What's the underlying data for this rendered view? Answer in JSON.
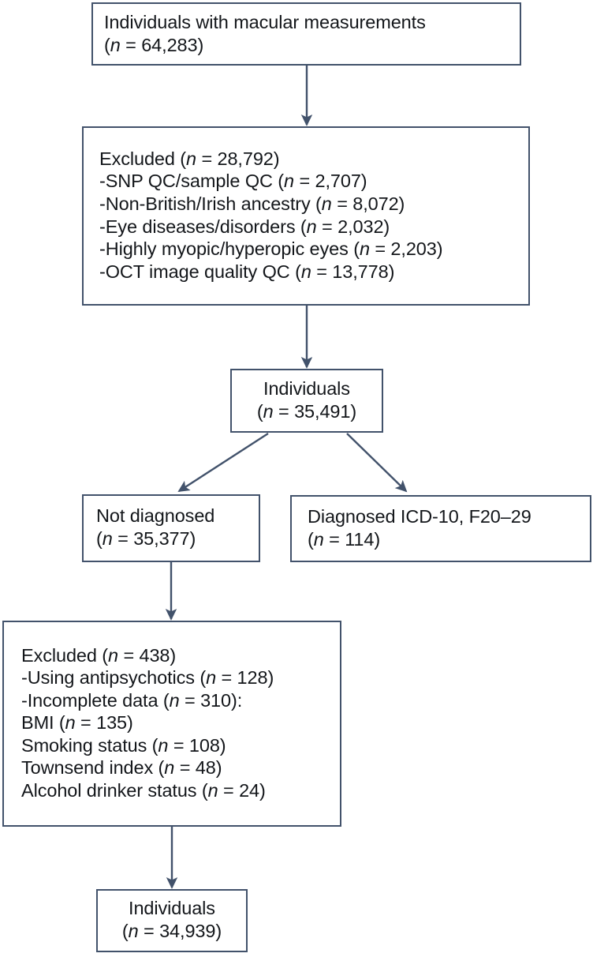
{
  "figure": {
    "type": "flowchart",
    "orientation": "top-to-bottom",
    "colors": {
      "box_border": "#42526b",
      "box_fill": "#ffffff",
      "arrow": "#42526b",
      "text": "#13161a"
    }
  },
  "nodes": {
    "macular": {
      "id": "individuals-with-macular-measurements",
      "label": "Individuals with macular measurements\n(n = 64,283)",
      "count": 64283
    },
    "excluded_1": {
      "id": "excluded-first-stage",
      "label": "Excluded (n = 28,792)\n-SNP QC/sample QC (n = 2,707)\n-Non-British/Irish ancestry (n = 8,072)\n-Eye diseases/disorders (n = 2,032)\n-Highly myopic/hyperopic eyes (n = 2,203)\n-OCT image quality QC (n = 13,778)",
      "count": 28792,
      "reasons": [
        {
          "label": "SNP QC/sample QC",
          "n": 2707
        },
        {
          "label": "Non-British/Irish ancestry",
          "n": 8072
        },
        {
          "label": "Eye diseases/disorders",
          "n": 2032
        },
        {
          "label": "Highly myopic/hyperopic eyes",
          "n": 2203
        },
        {
          "label": "OCT image quality QC",
          "n": 13778
        }
      ]
    },
    "individuals_1": {
      "id": "individuals-after-first-exclusion",
      "label": "Individuals\n(n = 35,491)",
      "count": 35491
    },
    "not_diagnosed": {
      "id": "not-diagnosed",
      "label": "Not diagnosed\n(n = 35,377)",
      "count": 35377
    },
    "diagnosed": {
      "id": "diagnosed-icd-10-f20-29",
      "label": "Diagnosed ICD-10, F20–29\n(n = 114)",
      "count": 114
    },
    "excluded_2": {
      "id": "excluded-second-stage",
      "label": "Excluded (n = 438)\n-Using antipsychotics (n = 128)\n-Incomplete data (n = 310):\nBMI (n = 135)\nSmoking status (n = 108)\nTownsend index (n = 48)\nAlcohol drinker status (n = 24)",
      "count": 438,
      "reasons": [
        {
          "label": "Using antipsychotics",
          "n": 128
        },
        {
          "label": "Incomplete data",
          "n": 310
        },
        {
          "label": "BMI",
          "n": 135
        },
        {
          "label": "Smoking status",
          "n": 108
        },
        {
          "label": "Townsend index",
          "n": 48
        },
        {
          "label": "Alcohol drinker status",
          "n": 24
        }
      ]
    },
    "individuals_2": {
      "id": "individuals-final",
      "label": "Individuals\n(n = 34,939)",
      "count": 34939
    }
  },
  "edges": [
    {
      "id": "edge-macular-to-excluded-1",
      "from": "macular",
      "to": "excluded_1",
      "style": "straight-down"
    },
    {
      "id": "edge-excluded-1-to-individuals-1",
      "from": "excluded_1",
      "to": "individuals_1",
      "style": "straight-down"
    },
    {
      "id": "edge-individuals-1-to-not-diagnosed",
      "from": "individuals_1",
      "to": "not_diagnosed",
      "style": "diagonal-left"
    },
    {
      "id": "edge-individuals-1-to-diagnosed",
      "from": "individuals_1",
      "to": "diagnosed",
      "style": "diagonal-right"
    },
    {
      "id": "edge-not-diagnosed-to-excluded-2",
      "from": "not_diagnosed",
      "to": "excluded_2",
      "style": "straight-down"
    },
    {
      "id": "edge-excluded-2-to-individuals-2",
      "from": "excluded_2",
      "to": "individuals_2",
      "style": "straight-down"
    }
  ]
}
